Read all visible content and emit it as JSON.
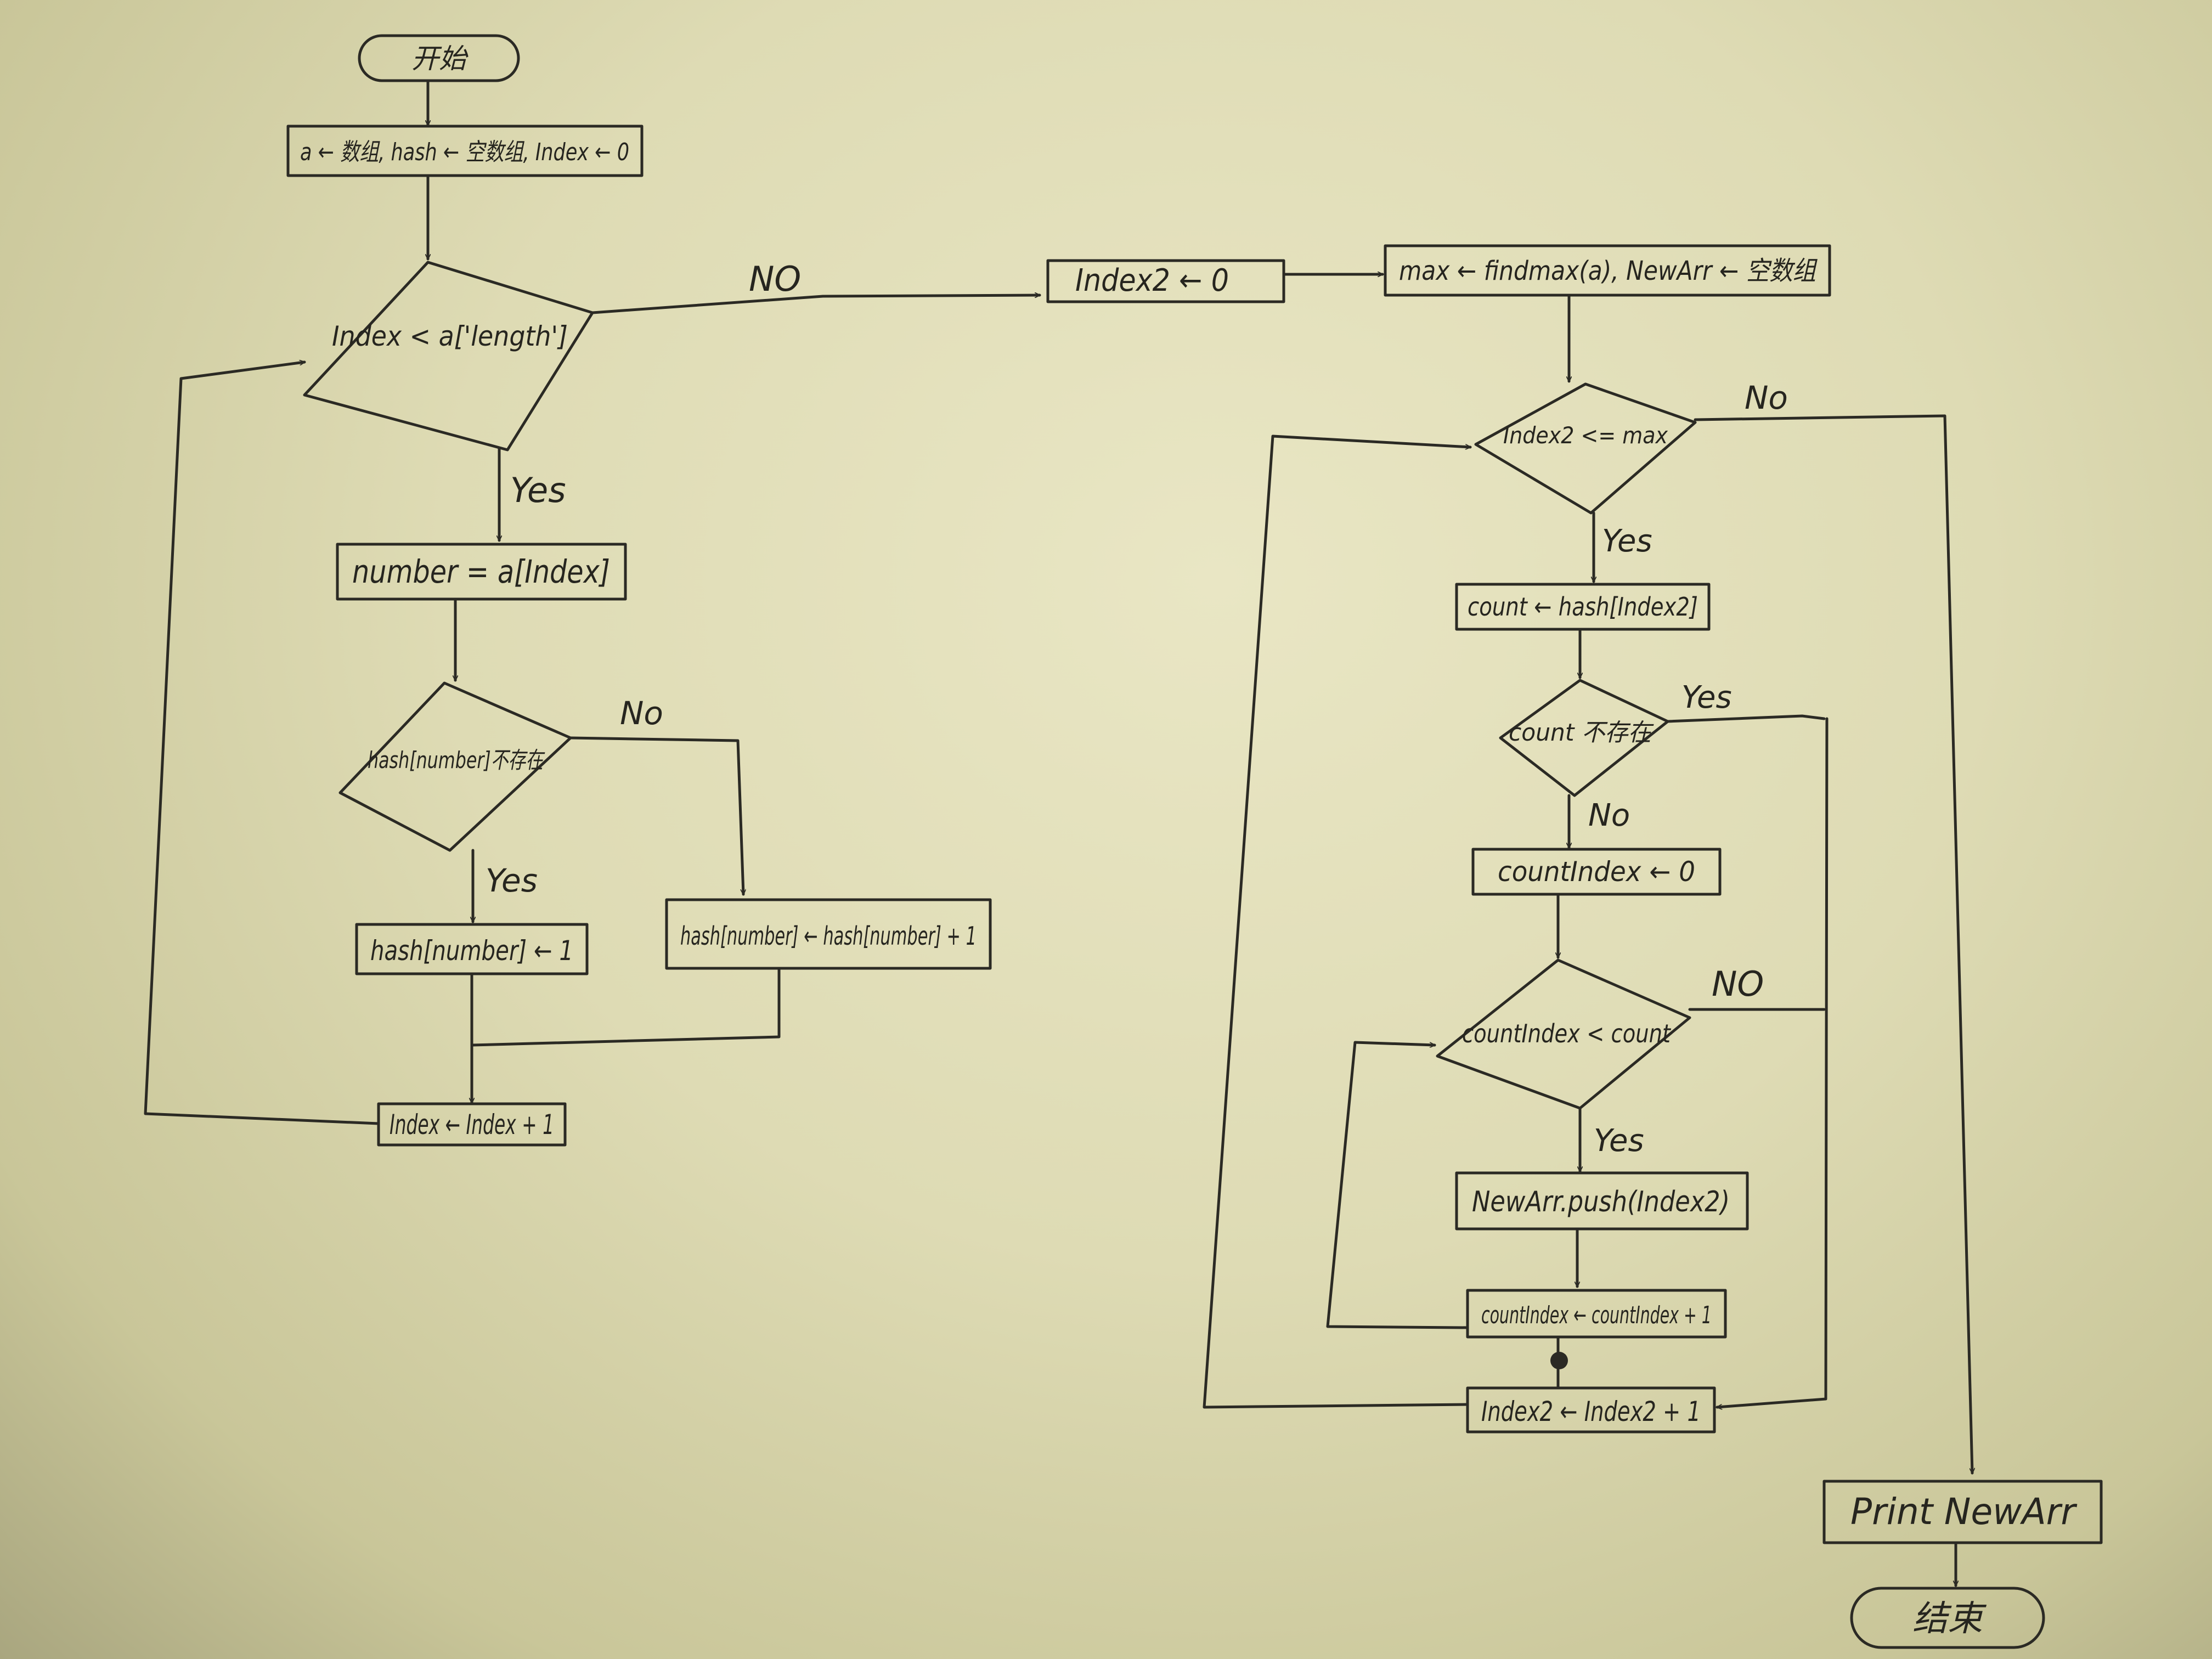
{
  "nodes": {
    "start": "开始",
    "init": "a ← 数组, hash ← 空数组, Index ← 0",
    "cond_index": "Index < a['length']",
    "number_assign": "number = a[Index]",
    "cond_hash_exists": "hash[number]不存在",
    "hash_set_one": "hash[number] ← 1",
    "hash_increment": "hash[number] ← hash[number] + 1",
    "index_increment": "Index ← Index + 1",
    "index2_init": "Index2 ← 0",
    "max_init": "max ← findmax(a), NewArr ← 空数组",
    "cond_index2": "Index2 <= max",
    "count_assign": "count ← hash[Index2]",
    "cond_count_exists": "count 不存在",
    "countindex_init": "countIndex ← 0",
    "cond_countindex": "countIndex < count",
    "push": "NewArr.push(Index2)",
    "countindex_increment": "countIndex ← countIndex + 1",
    "index2_increment": "Index2 ← Index2 + 1",
    "print": "Print NewArr",
    "end": "结束"
  },
  "edge_labels": {
    "cond_index_no": "NO",
    "cond_index_yes": "Yes",
    "cond_hash_no": "No",
    "cond_hash_yes": "Yes",
    "cond_index2_no": "No",
    "cond_index2_yes": "Yes",
    "cond_count_yes": "Yes",
    "cond_count_no": "No",
    "cond_countindex_no": "NO",
    "cond_countindex_yes": "Yes"
  }
}
